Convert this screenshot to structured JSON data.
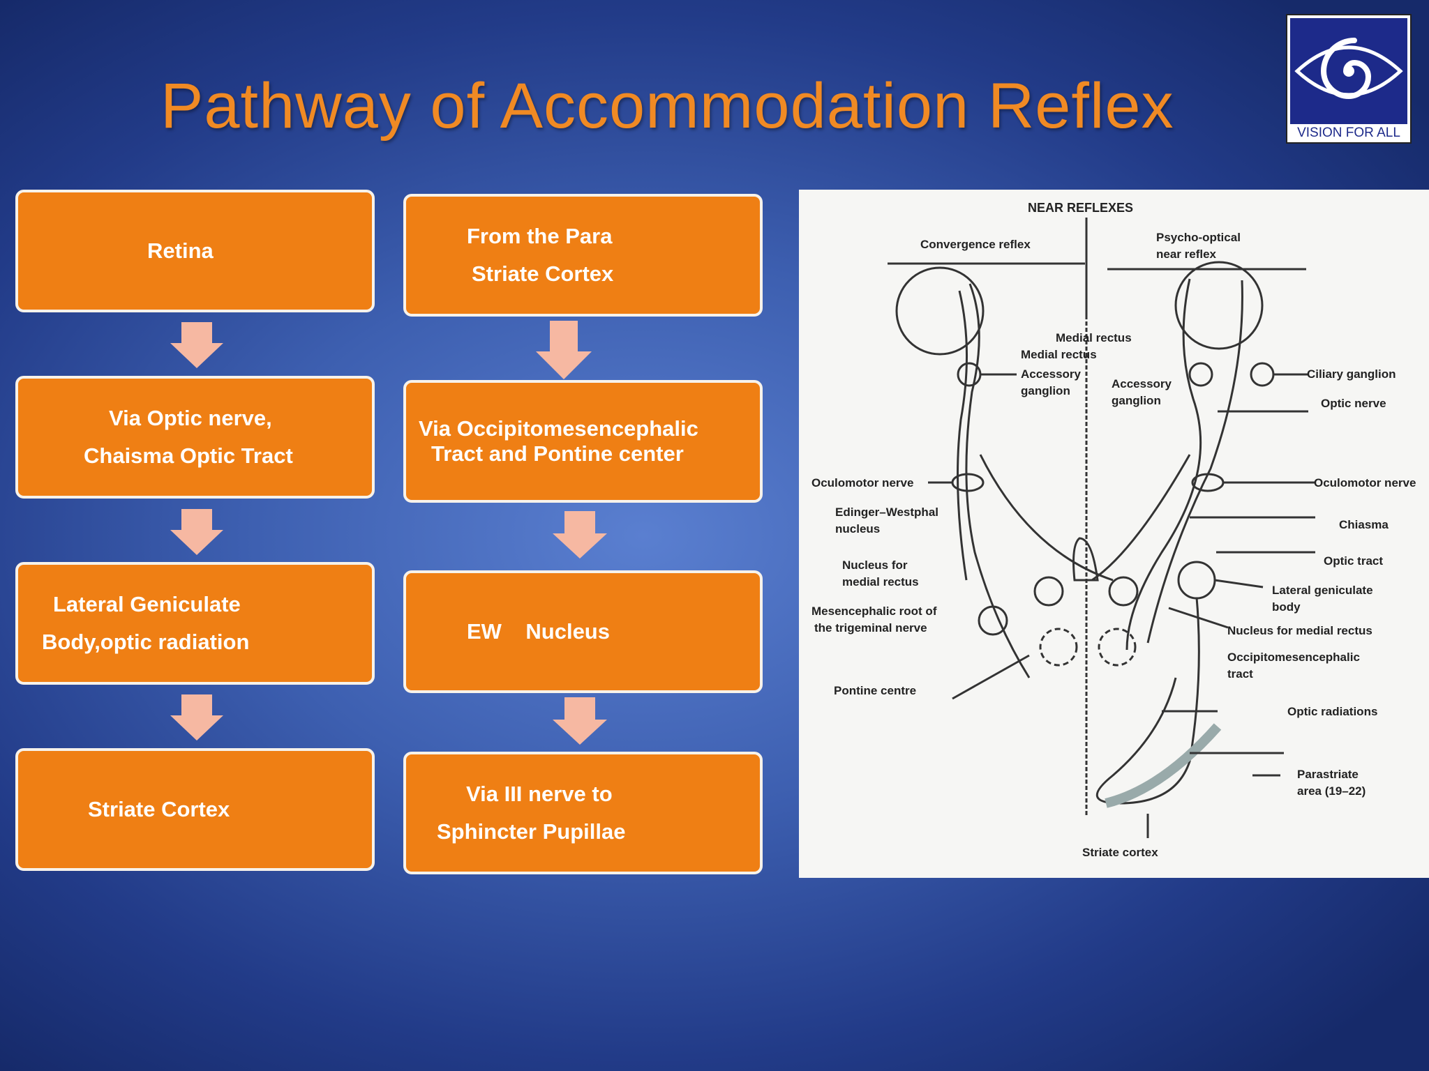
{
  "title": "Pathway of Accommodation Reflex",
  "logo": {
    "text": "VISION FOR ALL"
  },
  "left_column": [
    {
      "lines": [
        "Retina"
      ]
    },
    {
      "lines": [
        "Via Optic nerve,",
        "Chaisma Optic Tract"
      ]
    },
    {
      "lines": [
        "Lateral Geniculate",
        "Body,optic radiation"
      ]
    },
    {
      "lines": [
        "Striate Cortex"
      ]
    }
  ],
  "right_column": [
    {
      "lines": [
        "From the Para",
        "Striate Cortex"
      ]
    },
    {
      "lines": [
        "Via Occipitomesencephalic",
        "Tract and Pontine center"
      ]
    },
    {
      "lines": [
        "EW    Nucleus"
      ]
    },
    {
      "lines": [
        "Via III nerve to",
        "Sphincter Pupillae"
      ]
    }
  ],
  "diagram": {
    "heading": "NEAR REFLEXES",
    "convergence": "Convergence  reflex",
    "psycho": [
      "Psycho-optical",
      "near reflex"
    ],
    "medial_rectus_1": "Medial rectus",
    "medial_rectus_2": "Medial rectus",
    "accessory_left": [
      "Accessory",
      "ganglion"
    ],
    "accessory_right": [
      "Accessory",
      "ganglion"
    ],
    "ciliary_ganglion": "Ciliary ganglion",
    "optic_nerve": "Optic nerve",
    "oculomotor_left": "Oculomotor nerve",
    "oculomotor_right": "Oculomotor nerve",
    "edinger": [
      "Edinger–Westphal",
      "nucleus"
    ],
    "chiasma": "Chiasma",
    "nucleus_medial_rectus_left": [
      "Nucleus for",
      "medial rectus"
    ],
    "optic_tract": "Optic tract",
    "lateral_geniculate": [
      "Lateral geniculate",
      "body"
    ],
    "mesencephalic": [
      "Mesencephalic root of",
      "the trigeminal nerve"
    ],
    "nucleus_medial_rectus_right": "Nucleus for medial rectus",
    "occipitomesencephalic": [
      "Occipitomesencephalic",
      "tract"
    ],
    "pontine": "Pontine centre",
    "optic_radiations": "Optic radiations",
    "parastriate": [
      "Parastriate",
      "area (19–22)"
    ],
    "striate": "Striate cortex"
  }
}
